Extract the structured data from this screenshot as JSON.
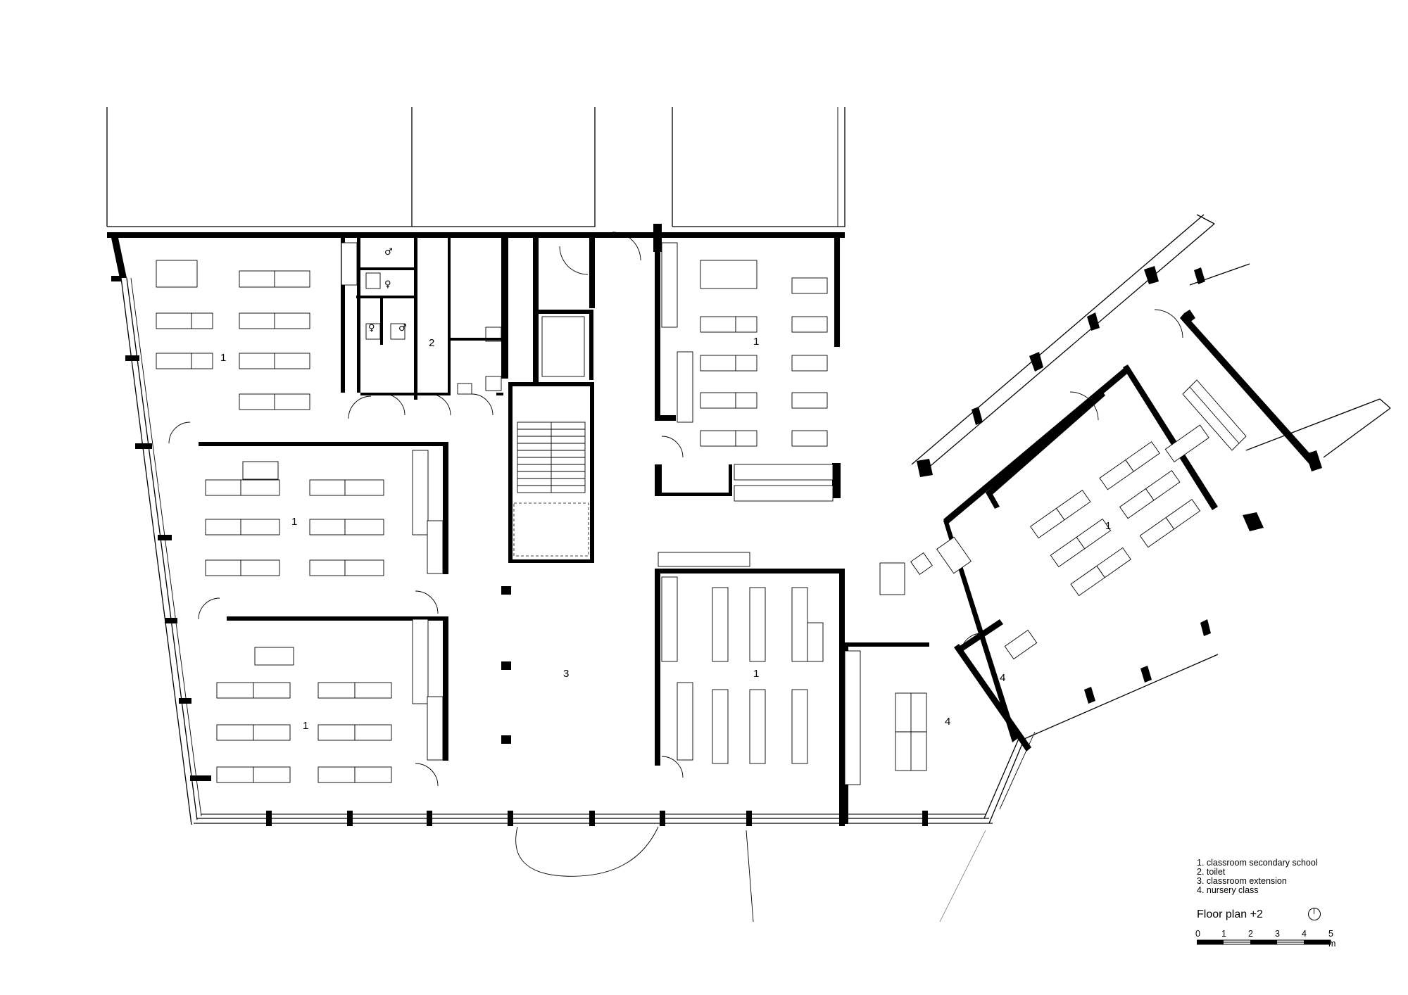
{
  "drawing": {
    "room_labels": {
      "classroom_a": "1",
      "classroom_b": "1",
      "classroom_c": "1",
      "classroom_d": "1",
      "classroom_e": "1",
      "classroom_f": "1",
      "toilet": "2",
      "extension": "3",
      "nursery_a": "4",
      "nursery_b": "4"
    },
    "toilet_symbols": {
      "male_a": "♂",
      "female_a": "♀",
      "female_b": "♀",
      "male_b": "♂"
    }
  },
  "legend": {
    "items": [
      "1. classroom secondary school",
      "2. toilet",
      "3. classroom extension",
      "4. nursery class"
    ]
  },
  "title": "Floor plan +2",
  "scale": {
    "ticks": [
      "0",
      "1",
      "2",
      "3",
      "4",
      "5 m"
    ]
  },
  "icons": {
    "north_arrow": "north-arrow-icon"
  }
}
